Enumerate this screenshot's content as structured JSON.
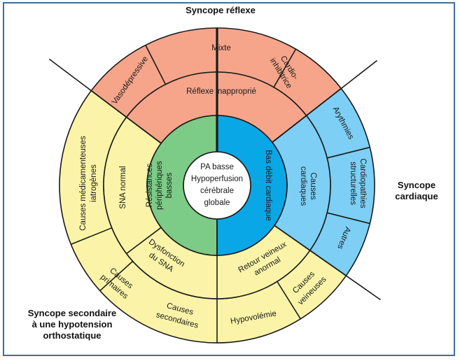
{
  "titles": {
    "top": "Syncope réflexe",
    "right_1": "Syncope",
    "right_2": "cardiaque",
    "left_1": "Syncope secondaire",
    "left_2": "à une hypotension",
    "left_3": "orthostatique"
  },
  "center": {
    "line1": "PA basse",
    "line2": "Hypoperfusion",
    "line3": "cérébrale",
    "line4": "globale"
  },
  "inner_ring": {
    "left_1": "Résistances",
    "left_2": "périphériques",
    "left_3": "basses",
    "right": "Bas débit cardiaque"
  },
  "middle_ring": {
    "reflex": "Réflexe inapproprié",
    "cardiac_1": "Causes",
    "cardiac_2": "cardiaques",
    "venous_1": "Retour veineux",
    "venous_2": "anormal",
    "sna_dys_1": "Dysfonction",
    "sna_dys_2": "du SNA",
    "sna_normal": "SNA normal"
  },
  "outer_ring": {
    "vaso": "Vasodépressive",
    "mixte": "Mixte",
    "cardio_1": "Cardio-",
    "cardio_2": "inhibitrice",
    "arythmies": "Arythmies",
    "cardiopath_1": "Cardiopathies",
    "cardiopath_2": "structurelles",
    "autres": "Autres",
    "veineuses_1": "Causes",
    "veineuses_2": "veineuses",
    "hypovol": "Hypovolémie",
    "secondaires_1": "Causes",
    "secondaires_2": "secondaires",
    "primaires_1": "Causes",
    "primaires_2": "primaires",
    "medic_1": "Causes médicamenteuses",
    "medic_2": "iatrogènes"
  },
  "colors": {
    "reflex": "#f6a58b",
    "cardiac": "#7dcff5",
    "ortho": "#fbf4a8",
    "inner_left": "#7ccb86",
    "inner_right": "#0aa7e6",
    "line": "#1a1a1a",
    "frame": "#3f6f9a"
  }
}
